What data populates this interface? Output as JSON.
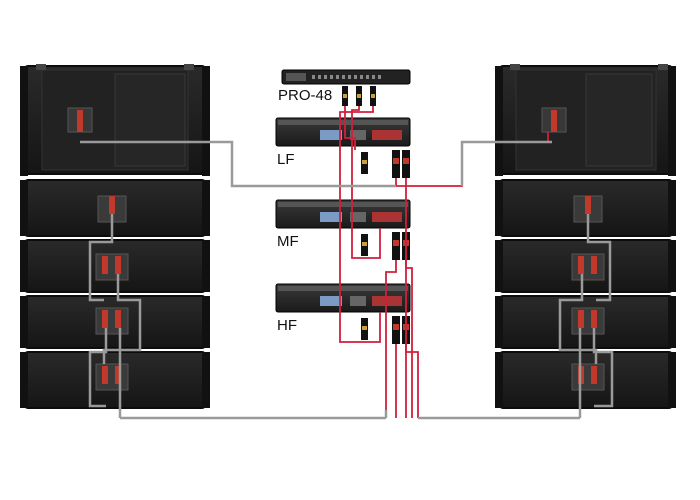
{
  "labels": {
    "processor": "PRO-48",
    "amp_lf": "LF",
    "amp_mf": "MF",
    "amp_hf": "HF"
  },
  "colors": {
    "cabinet": "#1f1f1f",
    "cabinet_edge": "#0c0c0c",
    "speaker_cable": "#9a9a9a",
    "signal_cable": "#d21f3c",
    "amp_body": "#2a2a2a",
    "background": "#ffffff"
  },
  "icons": [
    "speaker-cabinet-icon",
    "amplifier-icon",
    "processor-icon",
    "xlr-connector-icon",
    "speakon-connector-icon"
  ]
}
